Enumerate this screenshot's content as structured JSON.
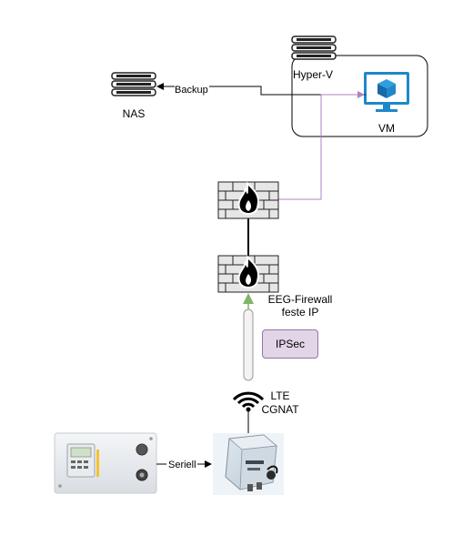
{
  "nodes": {
    "hyperv": {
      "label": "Hyper-V"
    },
    "vm": {
      "label": "VM"
    },
    "nas": {
      "label": "NAS"
    },
    "eeg_firewall": {
      "label_line1": "EEG-Firewall",
      "label_line2": "feste IP"
    },
    "lte": {
      "label_line1": "LTE",
      "label_line2": "CGNAT"
    },
    "ipsec": {
      "label": "IPSec"
    }
  },
  "edges": {
    "backup": {
      "label": "Backup"
    },
    "serial": {
      "label": "Seriell"
    }
  },
  "colors": {
    "purple_link": "#b083c0",
    "ipsec_fill": "#e1d5e7",
    "ipsec_stroke": "#9673a6",
    "firewall_brick": "#e6e6e6",
    "flame": "#000000",
    "vm_blue": "#1e88c8",
    "tunnel_arrow": "#82b366"
  },
  "icons": [
    "server-icon",
    "vm-monitor-icon",
    "firewall-icon",
    "wifi-antenna-icon",
    "meter-device-image",
    "lte-router-image"
  ]
}
